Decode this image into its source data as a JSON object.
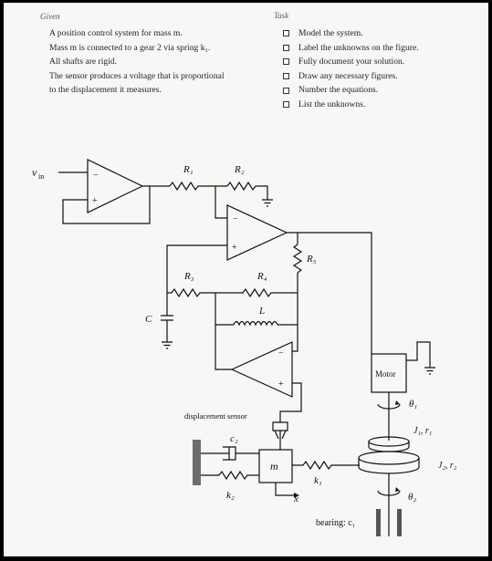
{
  "given": {
    "title": "Given",
    "lines": [
      "A position control system for mass m.",
      "Mass m is connected to a gear 2 via spring k₁.",
      "All shafts are rigid.",
      "The sensor produces a voltage that is proportional",
      "to the displacement it measures."
    ]
  },
  "task": {
    "title": "Task",
    "items": [
      "Model the system.",
      "Label the unknowns on the figure.",
      "Fully document your solution.",
      "Draw any necessary figures.",
      "Number the equations.",
      "List the unknowns."
    ]
  },
  "figure": {
    "vin_label": "v",
    "vin_sub": "in",
    "r1": "R₁",
    "r2": "R₂",
    "r3": "R₃",
    "r4": "R₄",
    "r5": "R₅",
    "l": "L",
    "c": "C",
    "c2": "c₂",
    "k1": "k₁",
    "k2": "k₂",
    "mass": "m",
    "x": "x",
    "motor": "Motor",
    "theta1": "θ₁",
    "theta2": "θ₂",
    "j1r1": "J₁, r₁",
    "j2r2": "J₂, r₂",
    "bearing": "bearing: c₁",
    "sensor": "displacement sensor",
    "plus": "+",
    "minus": "−"
  }
}
